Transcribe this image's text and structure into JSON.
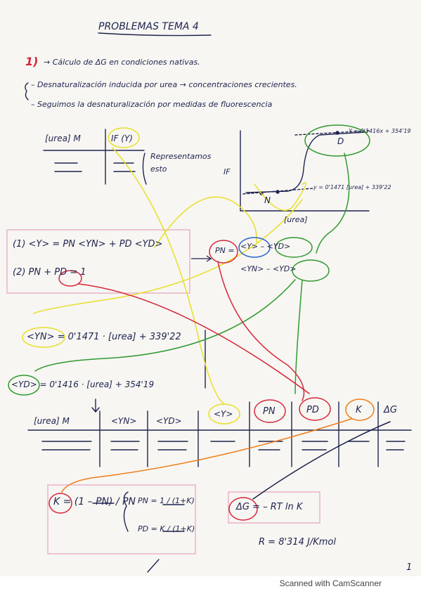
{
  "title": "PROBLEMAS TEMA 4",
  "intro": {
    "step": "1)",
    "line1": "→ Cálculo de ΔG en condiciones nativas.",
    "line2": "– Desnaturalización inducida por urea → concentraciones crecientes.",
    "line3": "– Seguimos la desnaturalización por medidas de fluorescencia"
  },
  "small_table": {
    "col1": "[urea] M",
    "col2": "IF (Y)",
    "note": [
      "Representamos",
      "esto"
    ]
  },
  "plot": {
    "ylabel": "IF",
    "xlabel": "[urea]",
    "label_N": "N",
    "label_D": "D",
    "fit_N": "y = 0'1471 [urea] + 339'22",
    "fit_D": "Y = 0'1416x + 354'19"
  },
  "equations": {
    "eq1": "(1) <Y> = PN <YN> + PD <YD>",
    "eq2": "(2) PN + PD = 1",
    "pn_label": "PN =",
    "pn_num": "<Y> – <YD>",
    "pn_den": "<YN> – <YD>",
    "yn_fit": "<YN> = 0'1471 · [urea] + 339'22",
    "yd_fit": "<YD> = 0'1416 · [urea] + 354'19"
  },
  "big_table": {
    "headers": [
      "[urea] M",
      "<YN>",
      "<YD>",
      "<Y>",
      "PN",
      "PD",
      "K",
      "ΔG"
    ]
  },
  "k_box": {
    "k_eq": "K = (1 – PN) / PN",
    "pn": "PN = 1 / (1+K)",
    "pd": "PD = K / (1+K)"
  },
  "dg_box": {
    "formula": "ΔG = – RT ln K",
    "r_value": "R = 8'314 J/Kmol"
  },
  "page_number": "1",
  "footer": "Scanned with CamScanner",
  "colors": {
    "ink": "#1f2350",
    "yellow": "#e8df2a",
    "green": "#2f9a2f",
    "red": "#d6263a",
    "blue": "#2a63c9",
    "orange": "#ef7d1a"
  }
}
